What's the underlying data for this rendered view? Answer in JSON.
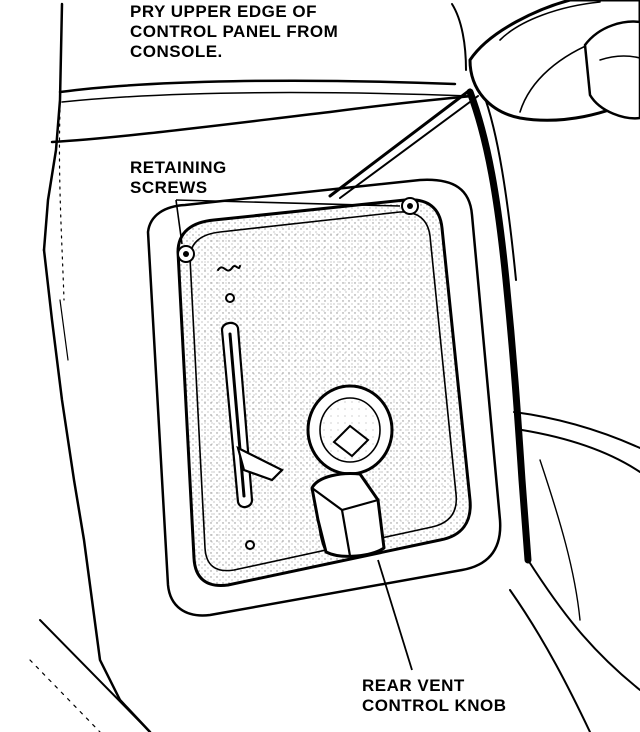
{
  "labels": {
    "pry_instruction": [
      "PRY UPPER EDGE OF",
      "CONTROL PANEL FROM",
      "CONSOLE."
    ],
    "retaining_screws": [
      "RETAINING",
      "SCREWS"
    ],
    "rear_vent_knob": [
      "REAR VENT",
      "CONTROL KNOB"
    ]
  },
  "colors": {
    "ink": "#000000",
    "paper": "#ffffff",
    "stipple": "#8a8a8a"
  }
}
